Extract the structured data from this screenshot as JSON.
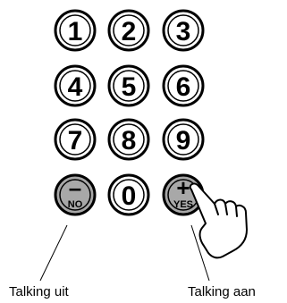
{
  "keypad": {
    "keys": {
      "k1": "1",
      "k2": "2",
      "k3": "3",
      "k4": "4",
      "k5": "5",
      "k6": "6",
      "k7": "7",
      "k8": "8",
      "k9": "9",
      "k0": "0"
    },
    "minus_key": {
      "sign": "–",
      "label": "NO"
    },
    "plus_key": {
      "sign": "+",
      "label": "YES"
    }
  },
  "callouts": {
    "left": "Talking uit",
    "right": "Talking aan"
  }
}
